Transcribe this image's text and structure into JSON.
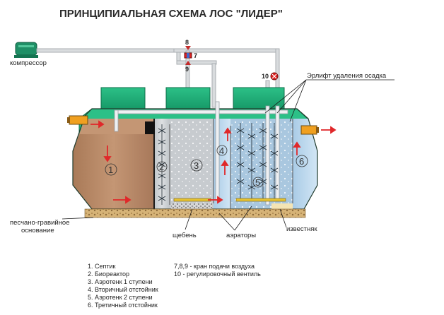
{
  "title": "ПРИНЦИПИАЛЬНАЯ СХЕМА ЛОС \"ЛИДЕР\"",
  "labels": {
    "compressor": "компрессор",
    "sand_gravel_line1": "песчано-гравийное",
    "sand_gravel_line2": "основание",
    "gravel": "щебень",
    "aerators": "аэраторы",
    "limestone": "известняк",
    "airlift": "Эрлифт удаления осадка"
  },
  "valves": {
    "v8": "8",
    "v7": "7",
    "v9": "9",
    "v10": "10"
  },
  "chambers": [
    "1",
    "2",
    "3",
    "4",
    "5",
    "6"
  ],
  "legend_left": [
    "1. Септик",
    "2. Биореактор",
    "3. Аэротенк 1 ступени",
    "4. Вторичный отстойник",
    "5. Аэротенк 2 ступени",
    "6. Третичный отстойник"
  ],
  "legend_right": [
    "7,8,9 - кран подачи воздуха",
    "10 - регулировочный вентиль"
  ],
  "colors": {
    "lid_green": "#22b07a",
    "septic_brown": "#b98a66",
    "tank_grey": "#c8cccf",
    "clear_water": "#bcd9ef",
    "base_sand": "#d9b97a",
    "pipe": "#cfd3d6",
    "arrow_red": "#e0282a",
    "inlet_orange": "#f0a020"
  }
}
